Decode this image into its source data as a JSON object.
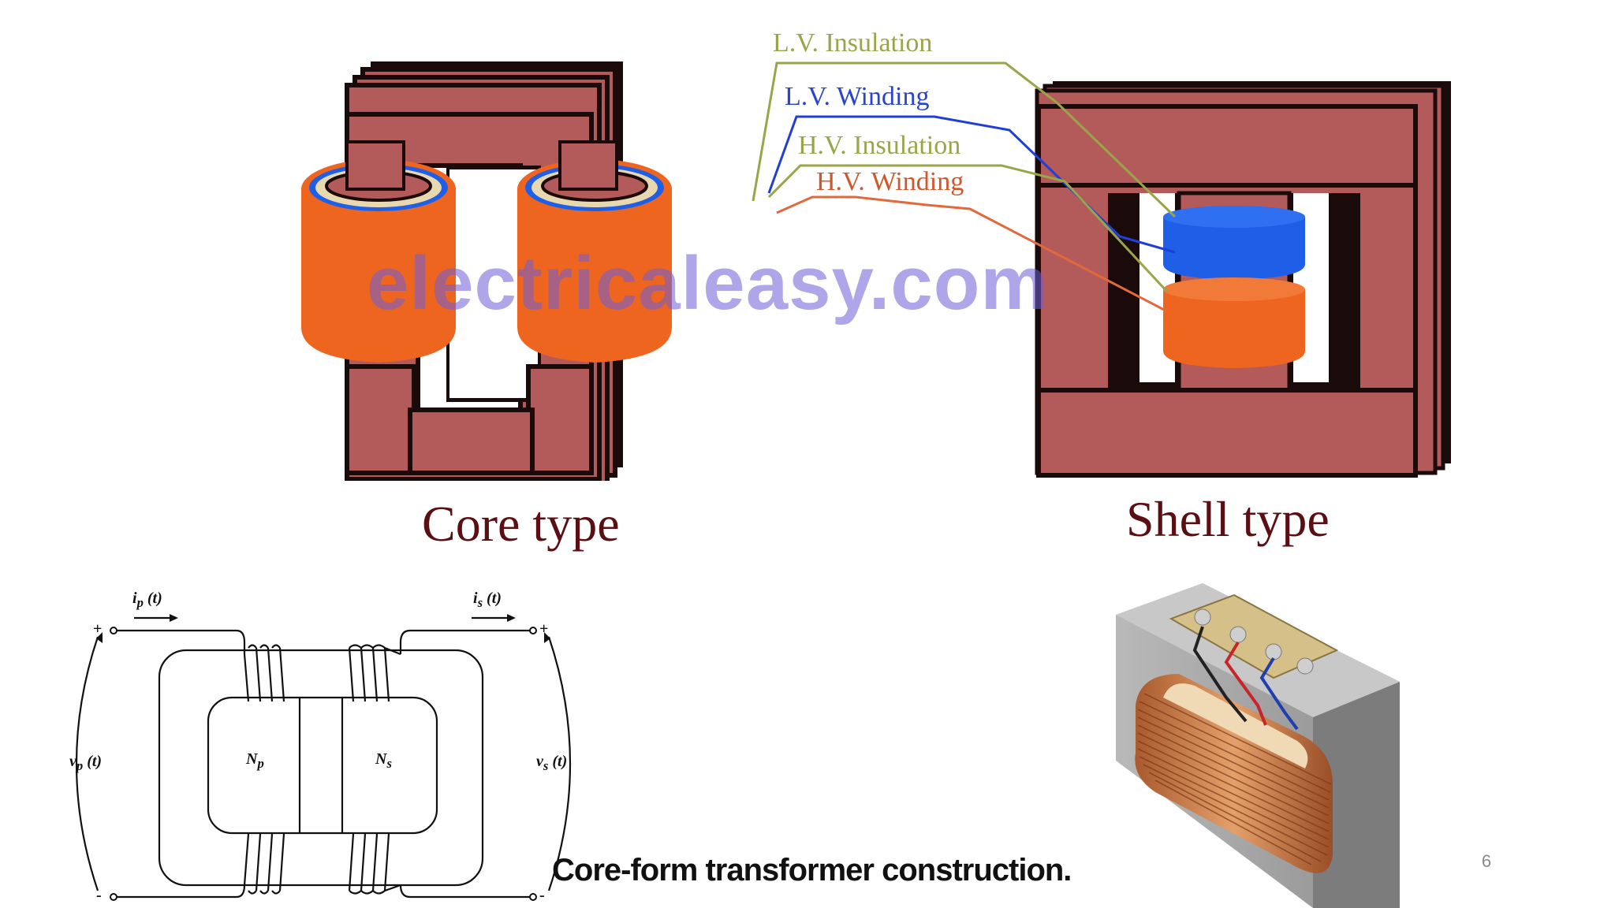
{
  "callouts": {
    "lv_insulation": "L.V. Insulation",
    "lv_winding": "L.V. Winding",
    "hv_insulation": "H.V. Insulation",
    "hv_winding": "H.V. Winding"
  },
  "labels": {
    "core_type": "Core type",
    "shell_type": "Shell type"
  },
  "watermark": "electricaleasy.com",
  "circuit": {
    "ip": "i",
    "ip_sub": "p",
    "ip_t": " (t)",
    "is": "i",
    "is_sub": "s",
    "is_t": " (t)",
    "vp": "v",
    "vp_sub": "p",
    "vp_t": " (t)",
    "vs": "v",
    "vs_sub": "s",
    "vs_t": " (t)",
    "np": "N",
    "np_sub": "p",
    "ns": "N",
    "ns_sub": "s",
    "plus": "+",
    "minus": "-"
  },
  "caption": "Core-form transformer construction.",
  "slide_number": "6",
  "colors": {
    "core": "#b35a5a",
    "core_edge": "#1a0a0a",
    "hv_winding": "#ee6520",
    "lv_winding": "#1f5fe8",
    "lv_insulation_color": "#9aa54a",
    "hv_label_color": "#d0572a",
    "lv_label_color": "#2a45c9",
    "type_label_color": "#5a0f12"
  }
}
